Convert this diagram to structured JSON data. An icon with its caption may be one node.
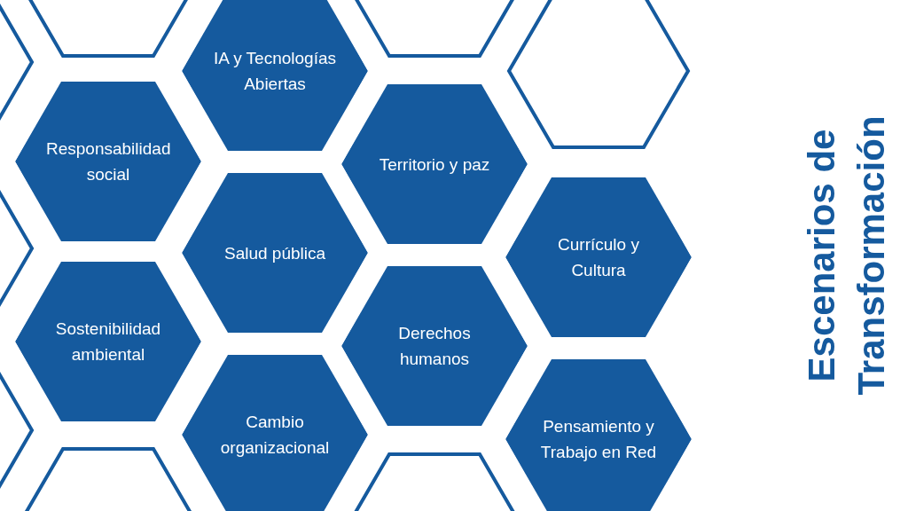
{
  "diagram": {
    "title": "Escenarios de Transformación",
    "nodes": [
      {
        "text": [],
        "shape": "hexagon"
      },
      {
        "text": [],
        "shape": "hexagon"
      },
      {
        "text": [],
        "shape": "hexagon"
      },
      {
        "text": [
          "IA y Tecnologías Abiertas"
        ]
      },
      {
        "text": [],
        "shape": "hexagon"
      },
      {
        "text": [
          "Responsabilidad social"
        ]
      },
      {
        "text": [
          "Territorio y paz"
        ]
      },
      {
        "text": [],
        "shape": "hexagon"
      },
      {
        "text": [
          "Salud pública"
        ]
      },
      {
        "text": [
          "Currículo y Cultura"
        ]
      },
      {
        "text": [
          "Sostenibilidad ambiental"
        ]
      },
      {
        "text": [
          "Derechos humanos"
        ]
      },
      {
        "text": [],
        "shape": "hexagon"
      },
      {
        "text": [
          "Cambio organizacional"
        ]
      },
      {
        "text": [
          "Pensamiento y Trabajo en Red"
        ]
      },
      {
        "text": [],
        "shape": "hexagon"
      },
      {
        "text": [],
        "shape": "hexagon"
      }
    ],
    "edges": []
  }
}
